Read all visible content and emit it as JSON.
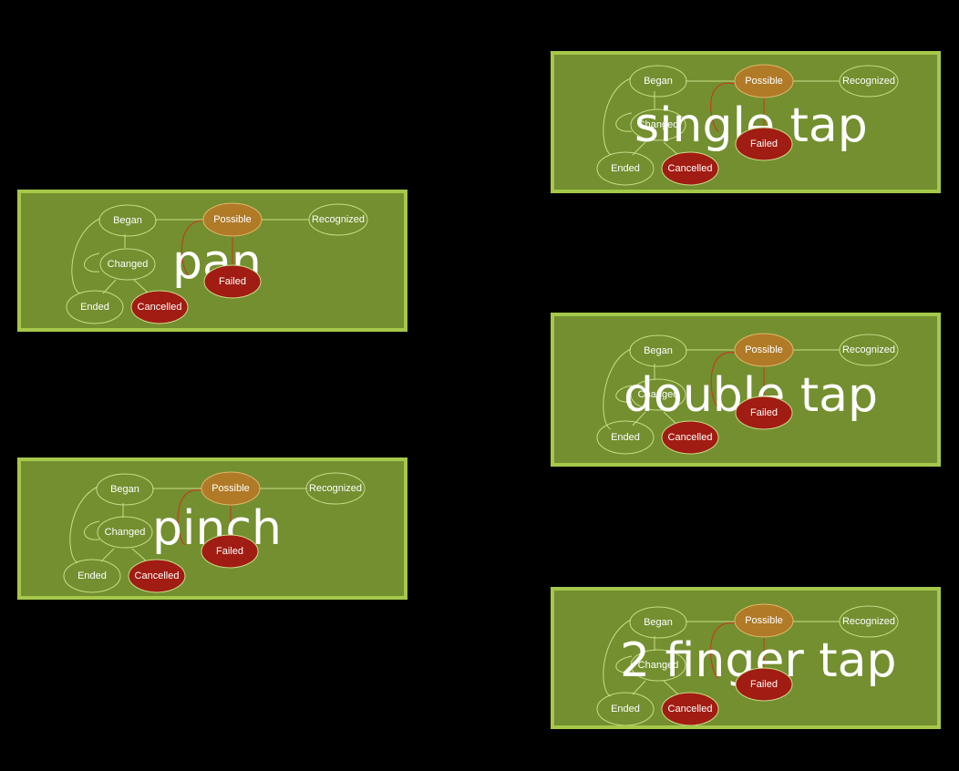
{
  "states": {
    "began": "Began",
    "possible": "Possible",
    "recognized": "Recognized",
    "changed": "Changed",
    "failed": "Failed",
    "ended": "Ended",
    "cancelled": "Cancelled"
  },
  "panels": [
    {
      "id": "single-tap",
      "label": "single tap"
    },
    {
      "id": "pan",
      "label": "pan"
    },
    {
      "id": "double-tap",
      "label": "double tap"
    },
    {
      "id": "pinch",
      "label": "pinch"
    },
    {
      "id": "two-finger-tap",
      "label": "2 finger tap"
    }
  ],
  "colors": {
    "panel_fill": "#738f2f",
    "panel_border": "#a5c84a",
    "possible_fill": "#b07a26",
    "failed_fill": "#a11c12",
    "outline": "#c9dc8a",
    "red_edge": "#d0311f"
  }
}
